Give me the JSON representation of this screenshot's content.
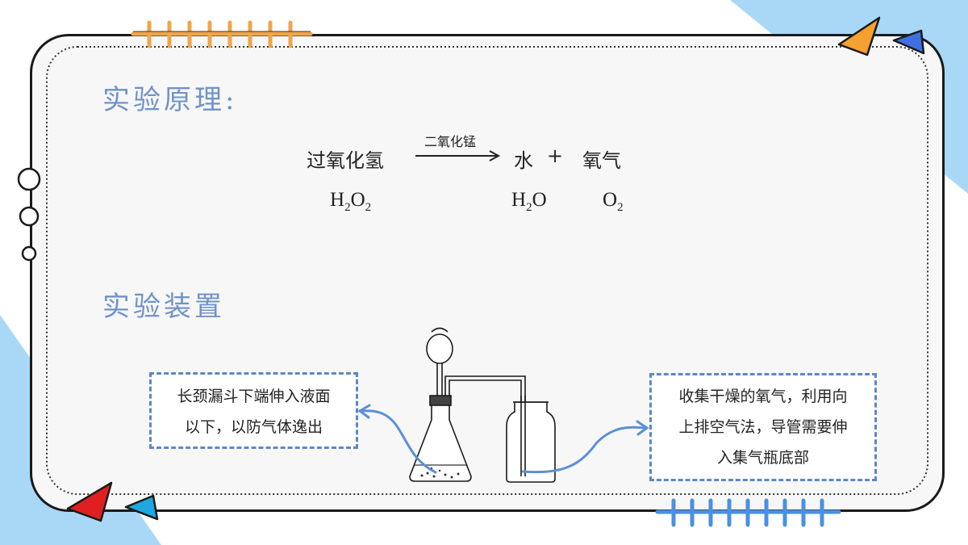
{
  "sections": {
    "principle_title": "实验原理:",
    "apparatus_title": "实验装置"
  },
  "equation": {
    "reactant": "过氧化氢",
    "catalyst": "二氧化锰",
    "product1": "水",
    "plus": "+",
    "product2": "氧气",
    "reactant_formula": {
      "main": "H",
      "sub1": "2",
      "mid": "O",
      "sub2": "2"
    },
    "product1_formula": {
      "main": "H",
      "sub1": "2",
      "mid": "O"
    },
    "product2_formula": {
      "main": "O",
      "sub1": "2"
    }
  },
  "notes": {
    "left": [
      "长颈漏斗下端伸入液面",
      "以下，以防气体逸出"
    ],
    "right": [
      "收集干燥的氧气，利用向",
      "上排空气法，导管需要伸",
      "入集气瓶底部"
    ]
  },
  "colors": {
    "title": "#6f93c7",
    "dashed_border": "#5b88c5",
    "arrow": "#5b8fd6",
    "bg_triangle": "#a9d8f7",
    "orange_rack": "#f0a54a",
    "blue_rack": "#4a90e2",
    "red_triangle": "#e02020",
    "cyan_triangle": "#1fa8e0",
    "orange_triangle": "#f5a030",
    "blue_triangle": "#3f6fe0"
  }
}
